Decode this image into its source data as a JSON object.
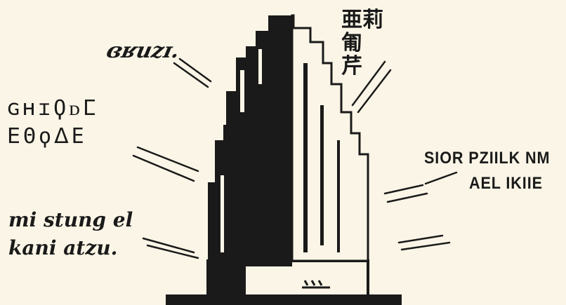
{
  "labels": {
    "top_center": "ɞʁuzɪ.",
    "top_right_glyphs": [
      "亜莉",
      "匍",
      "芹"
    ],
    "left_block_line1": "ɢʜɪϘᴅⵎ",
    "left_block_line2": "ⴹΘϙᐃE",
    "right_line1": "SIOR PZIILK NM",
    "right_line2": "AEL IKIIE",
    "left_script_line1": "mi stung el",
    "left_script_line2": "kani atzu."
  },
  "colors": {
    "background": "#faf5e6",
    "ink": "#1a1a1a"
  }
}
